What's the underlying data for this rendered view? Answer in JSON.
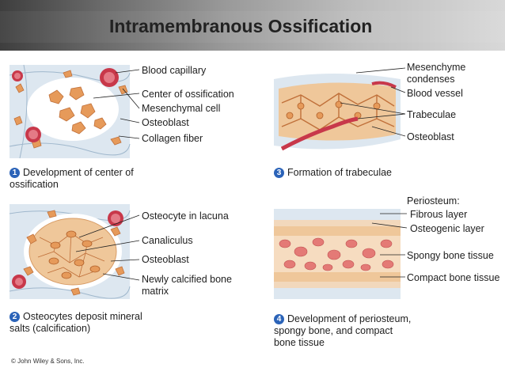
{
  "title": "Intramembranous Ossification",
  "panels": [
    {
      "number": "1",
      "caption_line1": "Development of center of",
      "caption_line2": "ossification",
      "labels": [
        "Blood capillary",
        "Center of ossification",
        "Mesenchymal cell",
        "Osteoblast",
        "Collagen fiber"
      ]
    },
    {
      "number": "2",
      "caption_line1": "Osteocytes deposit mineral",
      "caption_line2": "salts   (calcification)",
      "labels": [
        "Osteocyte in lacuna",
        "Canaliculus",
        "Osteoblast",
        "Newly calcified bone",
        "matrix"
      ]
    },
    {
      "number": "3",
      "caption_line1": "Formation of trabeculae",
      "labels": [
        "Mesenchyme",
        "condenses",
        "Blood vessel",
        "Trabeculae",
        "Osteoblast"
      ]
    },
    {
      "number": "4",
      "caption_line1": "Development of periosteum,",
      "caption_line2": "spongy bone, and compact",
      "caption_line3": "bone tissue",
      "labels": [
        "Periosteum:",
        "Fibrous layer",
        "Osteogenic layer",
        "Spongy bone tissue",
        "Compact bone tissue"
      ]
    }
  ],
  "copyright": "© John Wiley & Sons, Inc.",
  "colors": {
    "cell_orange": "#e69a5a",
    "blood_red": "#c8384a",
    "tissue_bg": "#d6e3ee",
    "bone_tan": "#efc79a",
    "number_blue": "#2b63b8"
  }
}
